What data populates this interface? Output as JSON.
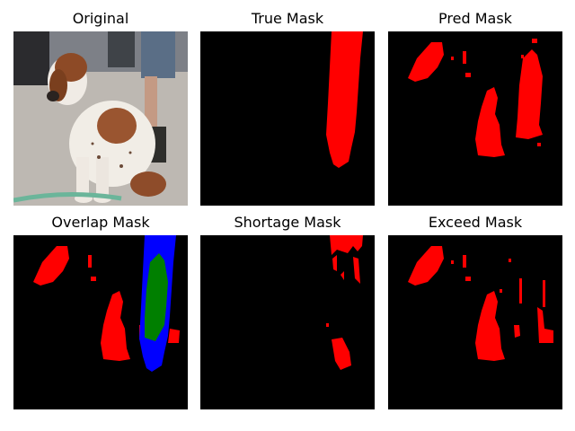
{
  "figure": {
    "panels": [
      {
        "title": "Original",
        "kind": "photo"
      },
      {
        "title": "True Mask",
        "kind": "mask"
      },
      {
        "title": "Pred Mask",
        "kind": "mask"
      },
      {
        "title": "Overlap Mask",
        "kind": "mask"
      },
      {
        "title": "Shortage Mask",
        "kind": "mask"
      },
      {
        "title": "Exceed Mask",
        "kind": "mask"
      }
    ],
    "colors": {
      "background": "#000000",
      "mask": "#ff0000",
      "overlap_true_only": "#0000ff",
      "overlap_intersection": "#007f00",
      "overlap_pred_only": "#ff0000"
    }
  }
}
